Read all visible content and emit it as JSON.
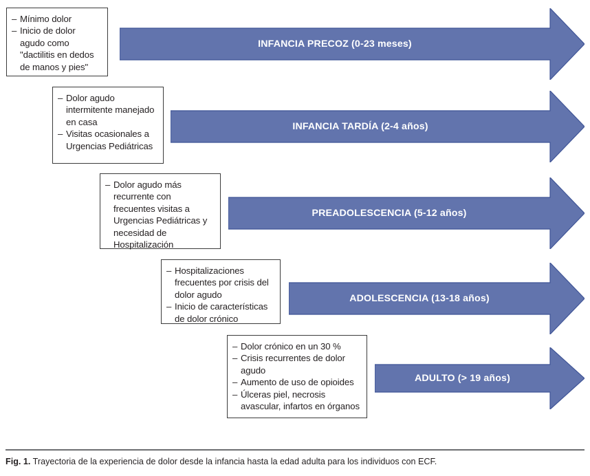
{
  "figure": {
    "caption_label": "Fig. 1.",
    "caption_text": "Trayectoria de la experiencia de dolor desde la infancia hasta la edad adulta para los individuos con ECF.",
    "arrow_color": "#6274ad",
    "arrow_border_color": "#3f5496",
    "box_border_color": "#3b3b3b",
    "label_color": "#ffffff",
    "rule_color": "#6d6e71"
  },
  "stages": [
    {
      "id": "infancia-precoz",
      "label": "INFANCIA PRECOZ (0-23 meses)",
      "stage_name": "INFANCIA PRECOZ",
      "age_range": "(0-23 meses)",
      "notes": [
        "Mínimo dolor",
        "Inicio de dolor agudo como \"dactilitis en dedos de manos y pies\""
      ]
    },
    {
      "id": "infancia-tardia",
      "label": "INFANCIA TARDÍA (2-4 años)",
      "stage_name": "INFANCIA TARDÍA",
      "age_range": "(2-4 años)",
      "notes": [
        "Dolor agudo intermitente manejado en casa",
        "Visitas ocasionales a Urgencias Pediátricas"
      ]
    },
    {
      "id": "preadolescencia",
      "label": "PREADOLESCENCIA (5-12 años)",
      "stage_name": "PREADOLESCENCIA",
      "age_range": "(5-12 años)",
      "notes": [
        "Dolor agudo más recurrente con frecuentes visitas a Urgencias Pediátricas y necesidad de Hospitalización"
      ]
    },
    {
      "id": "adolescencia",
      "label": "ADOLESCENCIA (13-18 años)",
      "stage_name": "ADOLESCENCIA",
      "age_range": "(13-18 años)",
      "notes": [
        "Hospitalizaciones frecuentes por crisis del dolor agudo",
        "Inicio de características de dolor crónico"
      ]
    },
    {
      "id": "adulto",
      "label": "ADULTO (> 19 años)",
      "stage_name": "ADULTO",
      "age_range": "(> 19 años)",
      "notes": [
        "Dolor crónico en un 30 %",
        "Crisis recurrentes de dolor agudo",
        "Aumento de uso de opioides",
        "Úlceras piel, necrosis avascular, infartos en órganos"
      ]
    }
  ]
}
